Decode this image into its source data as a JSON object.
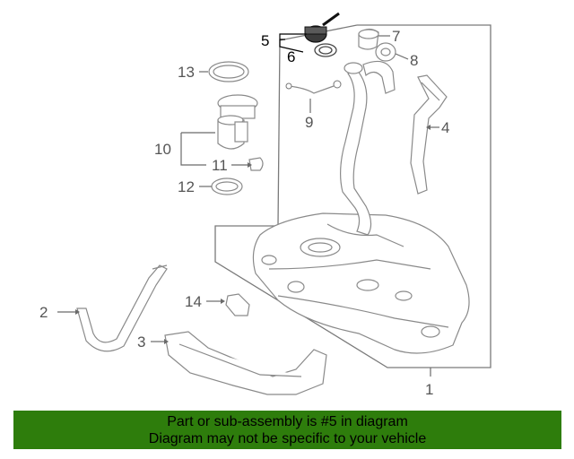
{
  "diagram": {
    "callouts": [
      "1",
      "2",
      "3",
      "4",
      "5",
      "6",
      "7",
      "8",
      "9",
      "10",
      "11",
      "12",
      "13",
      "14"
    ]
  },
  "banner": {
    "line1": "Part or sub-assembly is #5 in diagram",
    "line2": "Diagram may not be specific to your vehicle",
    "background": "#2e7d0c"
  },
  "highlight_part": "5"
}
